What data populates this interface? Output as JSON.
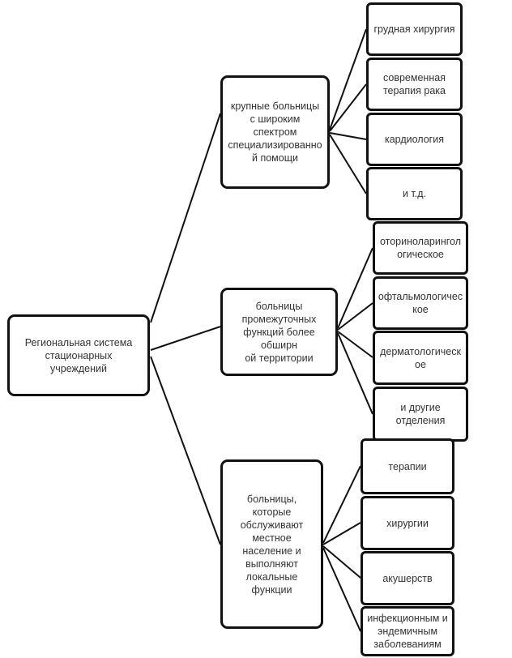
{
  "root": {
    "label": "Региональная система\nстационарных\nучреждений"
  },
  "groups": [
    {
      "label": "крупные больницы\nс широким\nспектром\nспециализированно\nй помощи",
      "children": [
        "грудная хирургия",
        "современная\nтерапия рака",
        "кардиология",
        "и т.д."
      ]
    },
    {
      "label": "больницы\nпромежуточных\nфункций более\nобширн\nой территории",
      "children": [
        "оториноларингол\nогическое",
        "офтальмологичес\nкое",
        "дерматологическ\nое",
        "и другие\nотделения"
      ]
    },
    {
      "label": "больницы,\nкоторые\nобслуживают\nместное\nнаселение и\nвыполняют\nлокальные\nфункции",
      "children": [
        "терапии",
        "хирургии",
        "акушерств",
        "инфекционным и\nэндемичным\nзаболеваниям"
      ]
    }
  ]
}
